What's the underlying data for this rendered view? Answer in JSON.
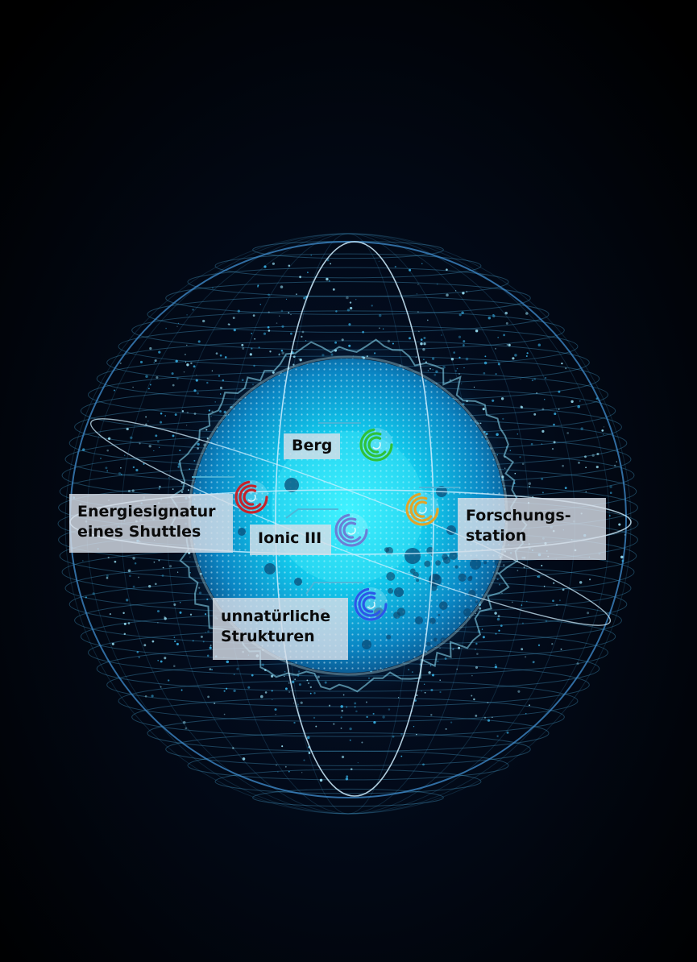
{
  "scene": {
    "colors": {
      "background": "#000000",
      "planet_core": "#1de3f5",
      "planet_edge": "#0a5fa0",
      "wireframe": "#4aa8d8",
      "orbit": "#cfefff"
    }
  },
  "markers": [
    {
      "id": "berg",
      "lines": [
        "Berg"
      ],
      "icon": "swirl-marker-icon",
      "color": "#2ec23a"
    },
    {
      "id": "energie",
      "lines": [
        "Energiesignatur",
        "eines Shuttles"
      ],
      "icon": "swirl-marker-icon",
      "color": "#c4232b"
    },
    {
      "id": "ionic",
      "lines": [
        "Ionic III"
      ],
      "icon": "swirl-marker-icon",
      "color": "#6a7fd6"
    },
    {
      "id": "forschung",
      "lines": [
        "Forschungs-",
        "station"
      ],
      "icon": "swirl-marker-icon",
      "color": "#e0a52a"
    },
    {
      "id": "strukturen",
      "lines": [
        "unnatürliche",
        "Strukturen"
      ],
      "icon": "swirl-marker-icon",
      "color": "#2b57e8"
    }
  ]
}
